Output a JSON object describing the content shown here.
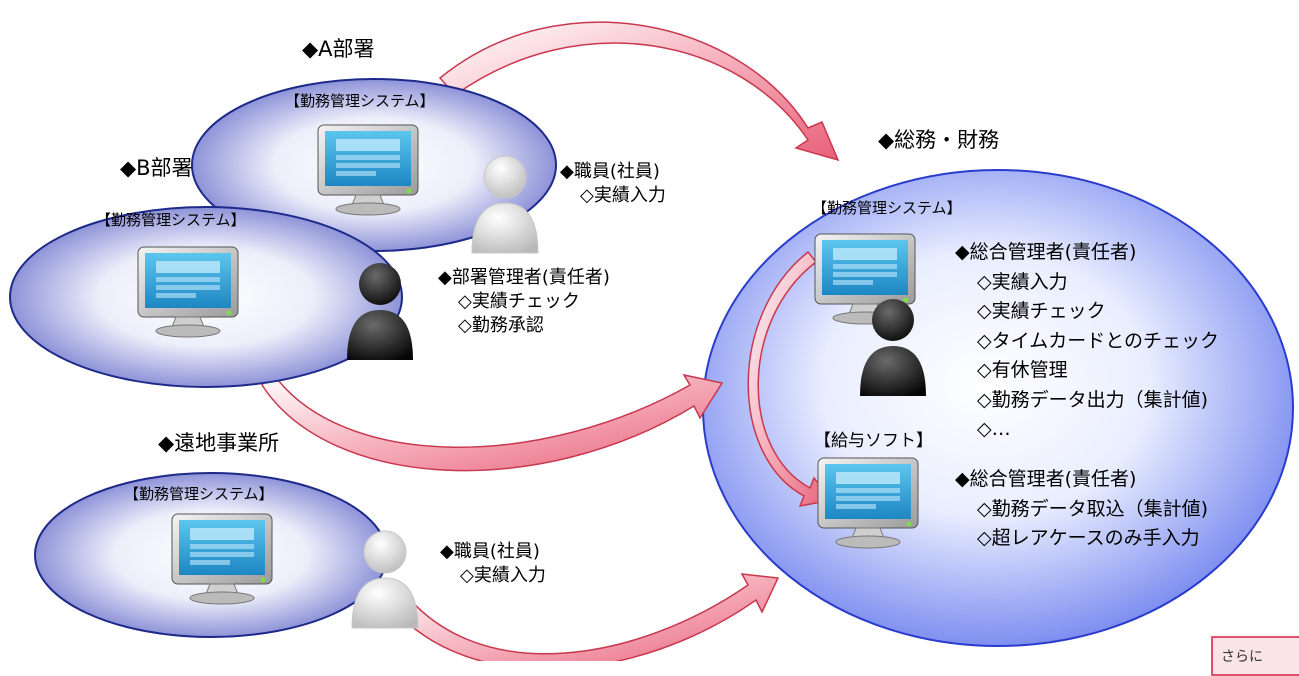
{
  "colors": {
    "ellipse_fill_edge": "#8e93d8",
    "ellipse_border": "#1d2a8a",
    "arrow_fill": "#f28e9e",
    "arrow_border": "#c8384e",
    "monitor_screen": "#2fa6d9"
  },
  "icons": [
    "monitor-icon",
    "person-icon",
    "curved-arrow"
  ],
  "dept_a": {
    "title": "◆A部署",
    "system": "【勤務管理システム】",
    "staff": {
      "role": "◆職員(社員)",
      "tasks": [
        "◇実績入力"
      ]
    }
  },
  "dept_b": {
    "title": "◆B部署",
    "system": "【勤務管理システム】",
    "manager": {
      "role": "◆部署管理者(責任者)",
      "tasks": [
        "◇実績チェック",
        "◇勤務承認"
      ]
    }
  },
  "remote": {
    "title": "◆遠地事業所",
    "system": "【勤務管理システム】",
    "staff": {
      "role": "◆職員(社員)",
      "tasks": [
        "◇実績入力"
      ]
    }
  },
  "hq": {
    "title": "◆総務・財務",
    "system": "【勤務管理システム】",
    "admin": {
      "role": "◆総合管理者(責任者)",
      "tasks": [
        "◇実績入力",
        "◇実績チェック",
        "◇タイムカードとのチェック",
        "◇有休管理",
        "◇勤務データ出力（集計値)",
        "◇…"
      ]
    },
    "payroll": "【給与ソフト】",
    "payroll_admin": {
      "role": "◆総合管理者(責任者)",
      "tasks": [
        "◇勤務データ取込（集計値)",
        "◇超レアケースのみ手入力"
      ]
    }
  },
  "corner_note": "さらに"
}
